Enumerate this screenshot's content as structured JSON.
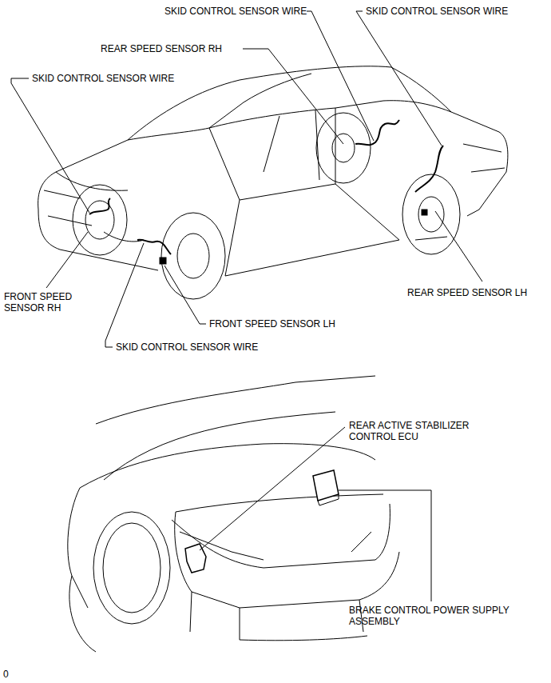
{
  "diagram": {
    "labels": [
      "SKID CONTROL SENSOR WIRE",
      "SKID CONTROL SENSOR WIRE",
      "REAR SPEED SENSOR RH",
      "SKID CONTROL SENSOR WIRE",
      "FRONT SPEED SENSOR RH",
      "FRONT SPEED SENSOR LH",
      "SKID CONTROL SENSOR WIRE",
      "REAR SPEED SENSOR LH",
      "REAR ACTIVE STABILIZER CONTROL ECU",
      "BRAKE CONTROL POWER SUPPLY ASSEMBLY",
      "0"
    ]
  }
}
